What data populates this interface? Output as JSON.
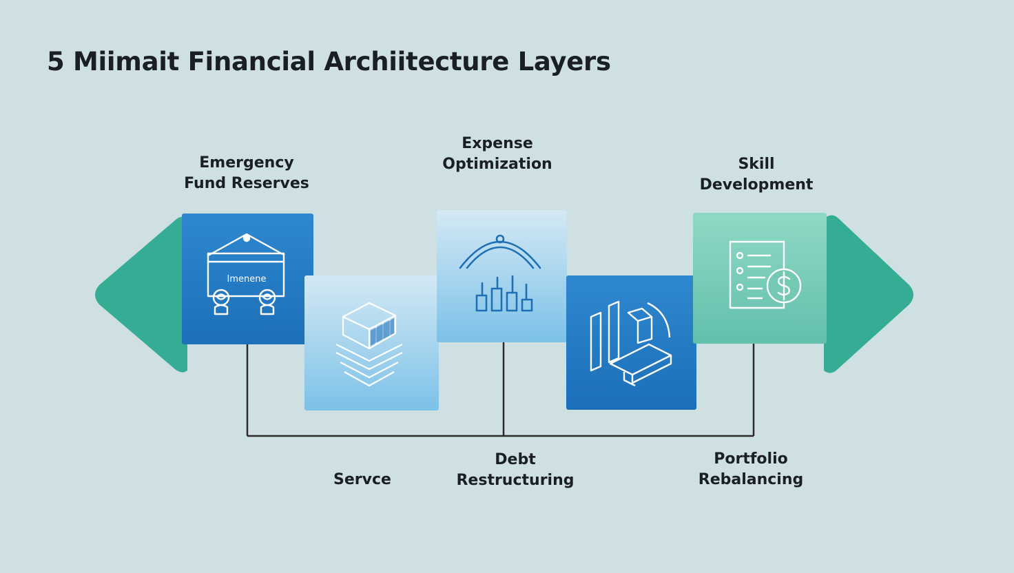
{
  "title": "5 Miimait Financial Archiitecture Layers",
  "layers": {
    "emergency": {
      "line1": "Emergency",
      "line2": "Fund Reserves",
      "icon_text": "Imenene",
      "icon": "vault-icon"
    },
    "service": {
      "line1": "Servce",
      "icon": "stacked-blocks-icon"
    },
    "expense": {
      "line1": "Expense",
      "line2": "Optimization",
      "icon": "umbrella-bars-icon"
    },
    "debt": {
      "line1": "Debt",
      "line2": "Restructuring",
      "icon": "building-blocks-icon"
    },
    "skill": {
      "line1": "Skill",
      "line2": "Development",
      "icon": "document-dollar-icon"
    },
    "portfolio": {
      "line1": "Portfolio",
      "line2": "Rebalancing"
    }
  },
  "colors": {
    "background": "#cfe0e2",
    "arrow": "#35ad94",
    "tile_dark": "#2278be",
    "tile_light": "#8ccbec",
    "tile_teal": "#7bceb9",
    "connector": "#2a2a2a"
  }
}
